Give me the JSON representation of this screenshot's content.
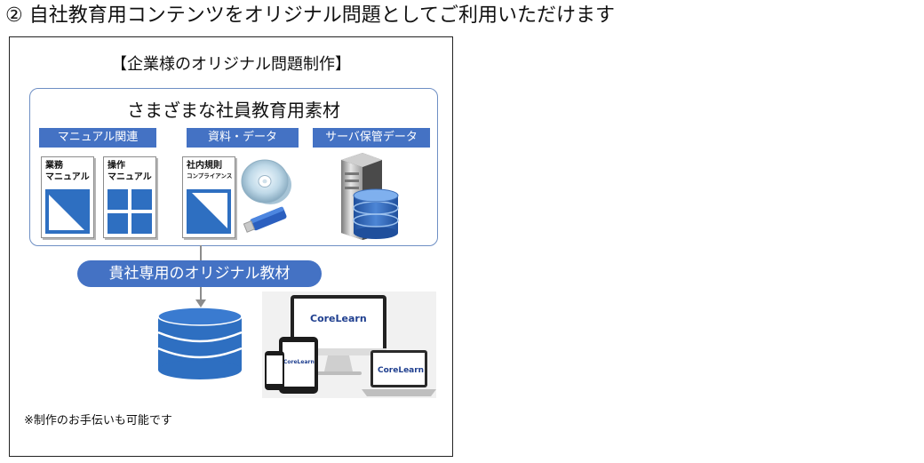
{
  "heading": "② 自社教育用コンテンツをオリジナル問題としてご利用いただけます",
  "frame": {
    "title": "【企業様のオリジナル問題制作】",
    "materials_title": "さまざまな社員教育用素材",
    "categories": [
      "マニュアル関連",
      "資料・データ",
      "サーバ保管データ"
    ],
    "documents": [
      {
        "label_line1": "業務",
        "label_line2": "マニュアル"
      },
      {
        "label_line1": "操作",
        "label_line2": "マニュアル"
      },
      {
        "label_line1": "社内規則",
        "label_line2": "コンプライアンス"
      }
    ],
    "original_material_label": "貴社専用のオリジナル教材",
    "logo_text": "CoreLearn",
    "note": "※制作のお手伝いも可能です"
  },
  "colors": {
    "accent_blue": "#4472c4",
    "doc_blue": "#2e6fc1",
    "border_blue": "#6e8fc4",
    "arrow_gray": "#8c8c8c"
  },
  "icons": [
    "document-icon",
    "disc-icon",
    "usb-drive-icon",
    "server-icon",
    "database-icon",
    "laptop-icon",
    "tablet-icon",
    "phone-icon",
    "monitor-icon"
  ]
}
